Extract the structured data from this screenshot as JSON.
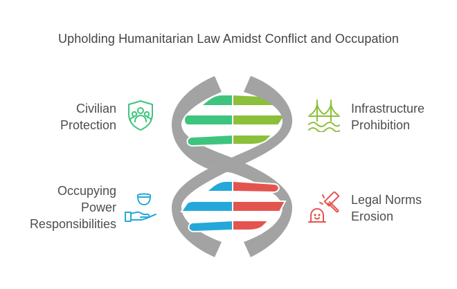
{
  "title": "Upholding Humanitarian Law Amidst Conflict and Occupation",
  "colors": {
    "strand": "#a3a3a3",
    "green_left": "#3ec47e",
    "green_right": "#8cbf3a",
    "blue_left": "#25a8d9",
    "red_right": "#e4544f",
    "text": "#4d4d4d"
  },
  "items": [
    {
      "id": "civilian-protection",
      "line1": "Civilian",
      "line2": "Protection",
      "line3": "",
      "icon": "shield-people-icon",
      "color": "#3ec47e",
      "side": "left"
    },
    {
      "id": "infrastructure-prohibition",
      "line1": "Infrastructure",
      "line2": "Prohibition",
      "line3": "",
      "icon": "bridge-icon",
      "color": "#8cbf3a",
      "side": "right"
    },
    {
      "id": "occupying-power-responsibilities",
      "line1": "Occupying",
      "line2": "Power",
      "line3": "Responsibilities",
      "icon": "hand-bowl-icon",
      "color": "#25a8d9",
      "side": "left"
    },
    {
      "id": "legal-norms-erosion",
      "line1": "Legal Norms",
      "line2": "Erosion",
      "line3": "",
      "icon": "gavel-icon",
      "color": "#e4544f",
      "side": "right"
    }
  ]
}
